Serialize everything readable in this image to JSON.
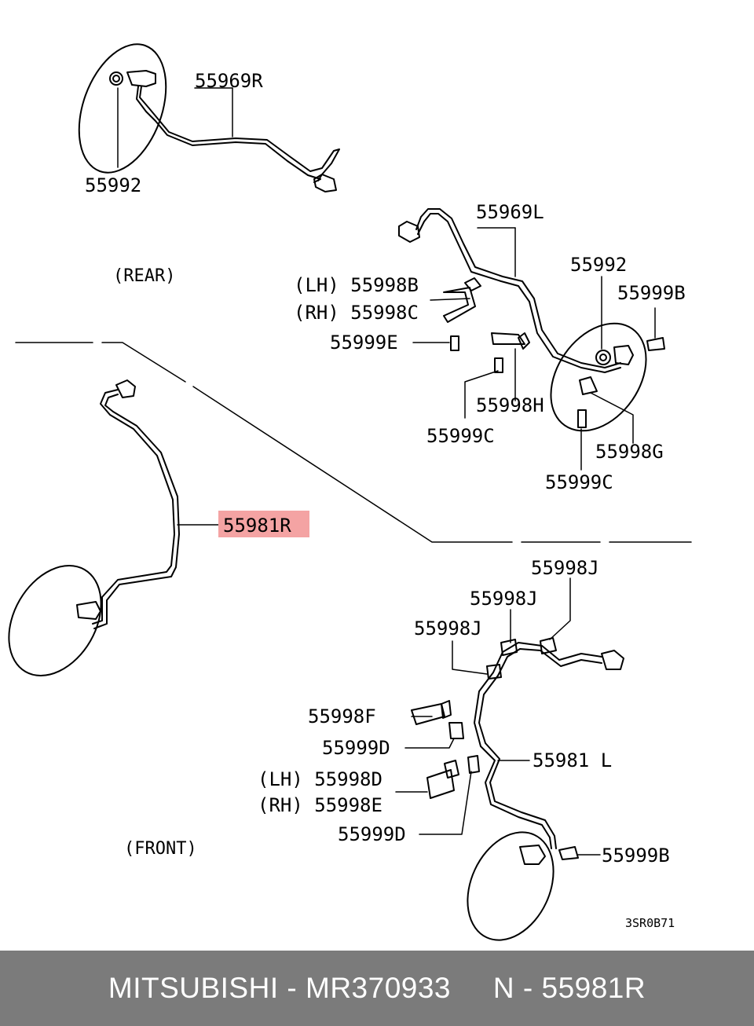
{
  "diagram": {
    "sections": {
      "rear": "(REAR)",
      "front": "(FRONT)"
    },
    "labels": {
      "p55969R": "55969R",
      "p55992_a": "55992",
      "p55969L": "55969L",
      "p55992_b": "55992",
      "p55999B_a": "55999B",
      "lh_55998B": "(LH) 55998B",
      "rh_55998C": "(RH) 55998C",
      "p55999E": "55999E",
      "p55998H": "55998H",
      "p55999C_a": "55999C",
      "p55998G": "55998G",
      "p55999C_b": "55999C",
      "p55981R": "55981R",
      "p55998J_a": "55998J",
      "p55998J_b": "55998J",
      "p55998J_c": "55998J",
      "p55998F": "55998F",
      "p55999D_a": "55999D",
      "p55981L": "55981 L",
      "lh_55998D": "(LH) 55998D",
      "rh_55998E": "(RH) 55998E",
      "p55999D_b": "55999D",
      "p55999B_b": "55999B"
    },
    "drawing_code": "3SR0B71",
    "highlight_color": "#f4a3a3"
  },
  "footer": {
    "text": "MITSUBISHI - MR370933     N - 55981R",
    "background": "#7b7b7b"
  }
}
